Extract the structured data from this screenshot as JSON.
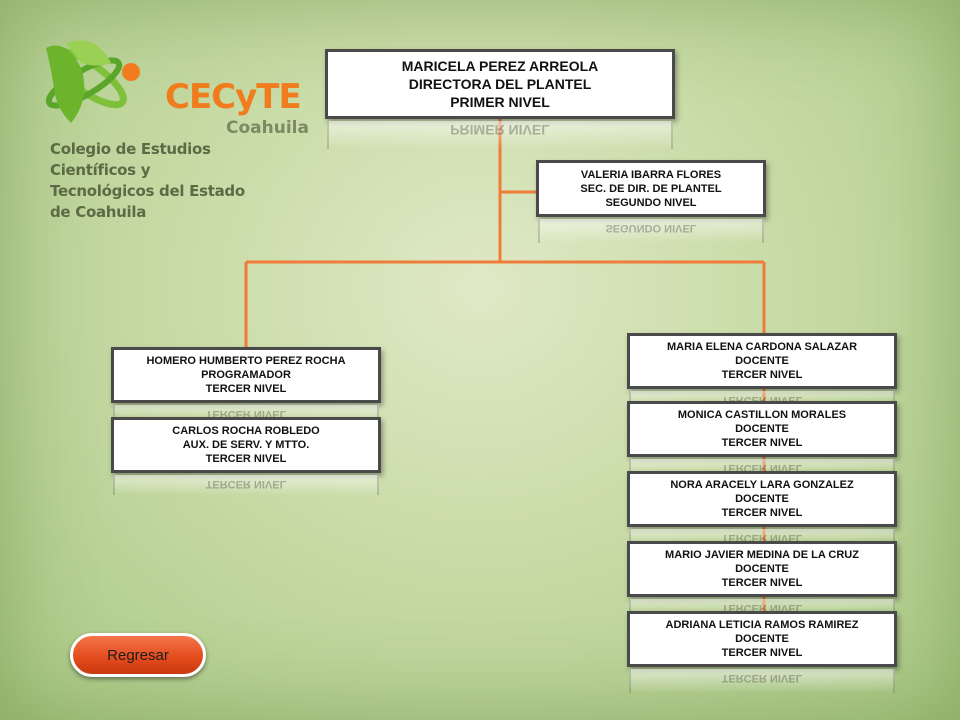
{
  "logo": {
    "brand": "CECyTE",
    "state": "Coahuila",
    "caption_line1": "Colegio de Estudios Científicos y",
    "caption_line2": "Tecnológicos del Estado de Coahuila"
  },
  "colors": {
    "connector": "#f07c3a",
    "box_border": "#4a4a4a",
    "button": "#e24a1c",
    "logo_orange": "#f07c1e",
    "logo_green": "#6cb42c"
  },
  "nodes": [
    {
      "id": "director",
      "lines": [
        "MARICELA PEREZ ARREOLA",
        "DIRECTORA DEL PLANTEL",
        "PRIMER NIVEL"
      ]
    },
    {
      "id": "secretaria",
      "lines": [
        "VALERIA IBARRA FLORES",
        "SEC. DE DIR. DE PLANTEL",
        "SEGUNDO NIVEL"
      ]
    },
    {
      "id": "programador",
      "lines": [
        "HOMERO HUMBERTO PEREZ ROCHA",
        "PROGRAMADOR",
        "TERCER NIVEL"
      ]
    },
    {
      "id": "auxiliar",
      "lines": [
        "CARLOS ROCHA ROBLEDO",
        "AUX. DE SERV. Y MTTO.",
        "TERCER NIVEL"
      ]
    },
    {
      "id": "docente-1",
      "lines": [
        "MARIA ELENA CARDONA SALAZAR",
        "DOCENTE",
        "TERCER NIVEL"
      ]
    },
    {
      "id": "docente-2",
      "lines": [
        "MONICA CASTILLON MORALES",
        "DOCENTE",
        "TERCER NIVEL"
      ]
    },
    {
      "id": "docente-3",
      "lines": [
        "NORA ARACELY LARA GONZALEZ",
        "DOCENTE",
        "TERCER NIVEL"
      ]
    },
    {
      "id": "docente-4",
      "lines": [
        "MARIO JAVIER MEDINA DE LA CRUZ",
        "DOCENTE",
        "TERCER NIVEL"
      ]
    },
    {
      "id": "docente-5",
      "lines": [
        "ADRIANA LETICIA RAMOS RAMIREZ",
        "DOCENTE",
        "TERCER NIVEL"
      ]
    }
  ],
  "back_button": {
    "label": "Regresar"
  }
}
